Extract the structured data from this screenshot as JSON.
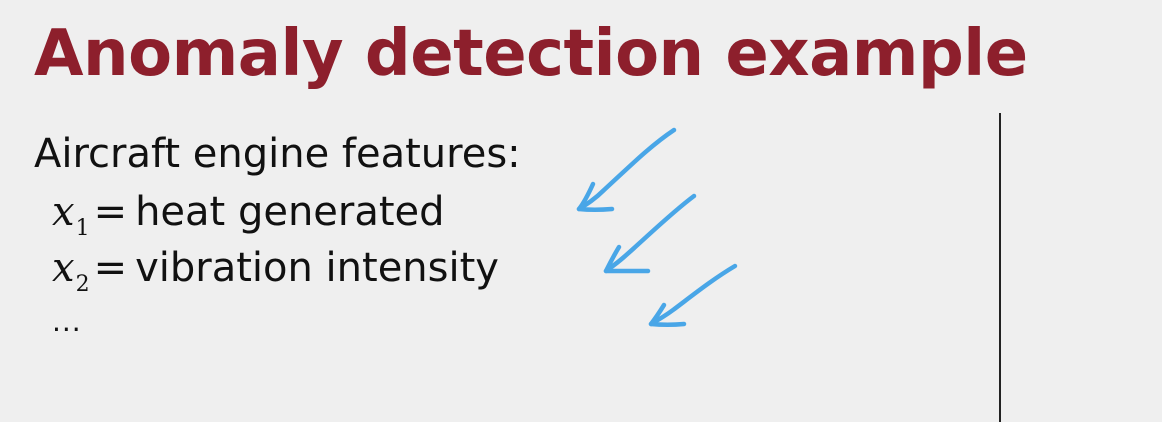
{
  "slide": {
    "title": "Anomaly detection example",
    "features_heading": "Aircraft engine features:",
    "features": [
      {
        "variable": "x",
        "subscript": "1",
        "equals": "=",
        "description": "heat generated"
      },
      {
        "variable": "x",
        "subscript": "2",
        "equals": "=",
        "description": "vibration intensity"
      }
    ],
    "ellipsis": "..."
  },
  "colors": {
    "title": "#8d1f2c",
    "text": "#111111",
    "background": "#efefef",
    "annotation": "#49a6e7",
    "divider": "#222222"
  },
  "icons": [
    "handwritten-arrow-icon"
  ]
}
